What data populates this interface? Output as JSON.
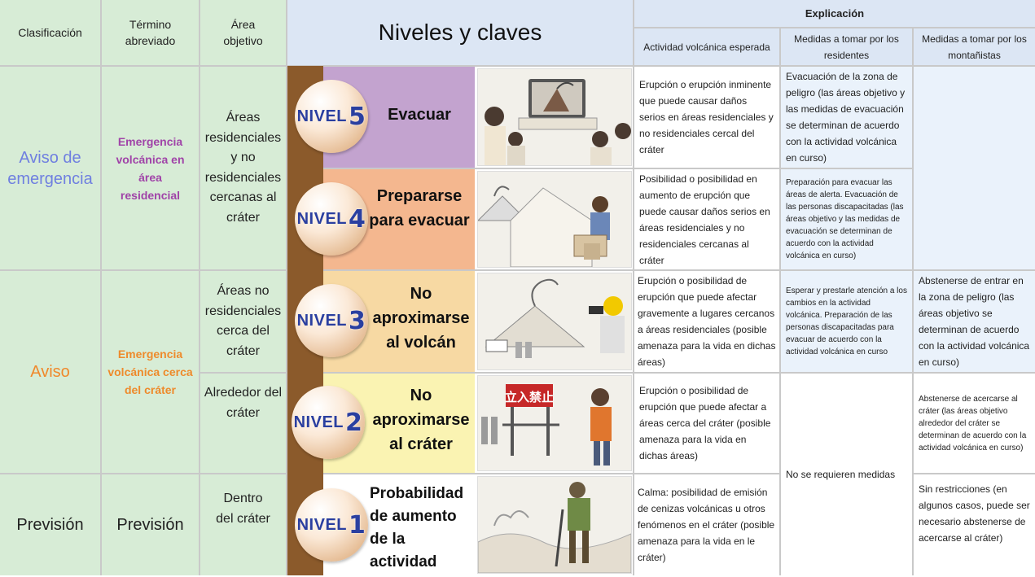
{
  "header": {
    "clasificacion": "Clasificación",
    "termino": "Término abreviado",
    "area": "Área objetivo",
    "niveles": "Niveles y claves",
    "explicacion": "Explicación",
    "actividad": "Actividad volcánica esperada",
    "residentes": "Medidas a tomar por los residentes",
    "montanistas": "Medidas a tomar por los montañistas"
  },
  "classification": {
    "c1": "Aviso de emergencia",
    "c2": "Aviso",
    "c3": "Previsión"
  },
  "term": {
    "t1": "Emergencia volcánica en área residencial",
    "t2": "Emergencia volcánica cerca del cráter",
    "t3": "Previsión"
  },
  "areas": {
    "a1": "Áreas residenciales y no residenciales cercanas al cráter",
    "a2": "Áreas no residenciales cerca del cráter",
    "a3": "Alrededor del cráter",
    "a4": "Dentro del cráter"
  },
  "levels": [
    {
      "prefix": "NIVEL",
      "num": "5",
      "action": "Evacuar",
      "color": "#c3a3cf"
    },
    {
      "prefix": "NIVEL",
      "num": "4",
      "action": "Prepararse para evacuar",
      "color": "#f4b78f"
    },
    {
      "prefix": "NIVEL",
      "num": "3",
      "action": "No aproximarse al volcán",
      "color": "#f7d9a3"
    },
    {
      "prefix": "NIVEL",
      "num": "2",
      "action": "No aproximarse al cráter",
      "color": "#faf3b2"
    },
    {
      "prefix": "NIVEL",
      "num": "1",
      "action": "Probabilidad de aumento de la actividad",
      "color": "#ffffff"
    }
  ],
  "activity": {
    "l5": "Erupción o erupción inminente que puede causar daños serios en áreas residenciales y no residenciales cercal del cráter",
    "l4": "Posibilidad o posibilidad en aumento de erupción que puede causar daños serios en áreas residenciales y no residenciales cercanas al cráter",
    "l3": "Erupción o posibilidad de erupción que puede afectar gravemente a lugares cercanos a áreas residenciales (posible amenaza para la vida en dichas áreas)",
    "l2": "Erupción o posibilidad de erupción que puede afectar a áreas cerca del cráter (posible amenaza para la vida en dichas áreas)",
    "l1": "Calma: posibilidad de emisión de cenizas volcánicas u otros fenómenos en el cráter (posible amenaza para la vida en le cráter)"
  },
  "residents": {
    "l5": "Evacuación de la zona de peligro (las áreas objetivo y las medidas de evacuación se determinan de acuerdo con la actividad volcánica en curso)",
    "l4": "Preparación para evacuar las áreas de alerta. Evacuación de las personas discapacitadas (las áreas objetivo y las medidas de evacuación se determinan de acuerdo con la actividad volcánica en curso)",
    "l3": "Esperar y prestarle atención a los cambios en la actividad volcánica. Preparación de las personas discapacitadas para evacuar de acuerdo con la actividad volcánica en curso",
    "l21": "No se requieren medidas"
  },
  "climbers": {
    "l3": "Abstenerse de entrar en la zona de peligro (las áreas objetivo se determinan de acuerdo con la actividad volcánica en curso)",
    "l2": "Abstenerse de acercarse al cráter (las áreas objetivo alrededor del cráter se determinan de acuerdo con la actividad volcánica en curso)",
    "l1": "Sin restricciones (en algunos casos, puede ser necesario abstenerse de acercarse al cráter)"
  },
  "sign_text": "立入禁止"
}
